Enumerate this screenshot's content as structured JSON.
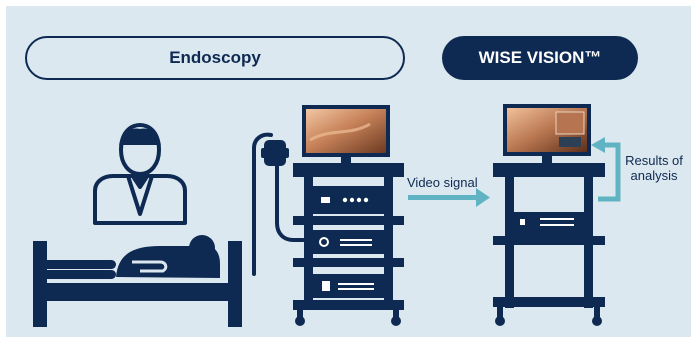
{
  "header": {
    "left_label": "Endoscopy",
    "right_label": "WISE VISION™"
  },
  "flow": {
    "video_signal_label": "Video signal",
    "results_label_line1": "Results of",
    "results_label_line2": "analysis"
  },
  "colors": {
    "navy": "#0e2a52",
    "background": "#dce8ef",
    "arrow": "#5fb3c2"
  },
  "icons": [
    "doctor-icon",
    "patient-on-bed-icon",
    "endoscope-cable-icon",
    "endoscopy-tower-icon",
    "wise-vision-tower-icon",
    "monitor-icon"
  ]
}
